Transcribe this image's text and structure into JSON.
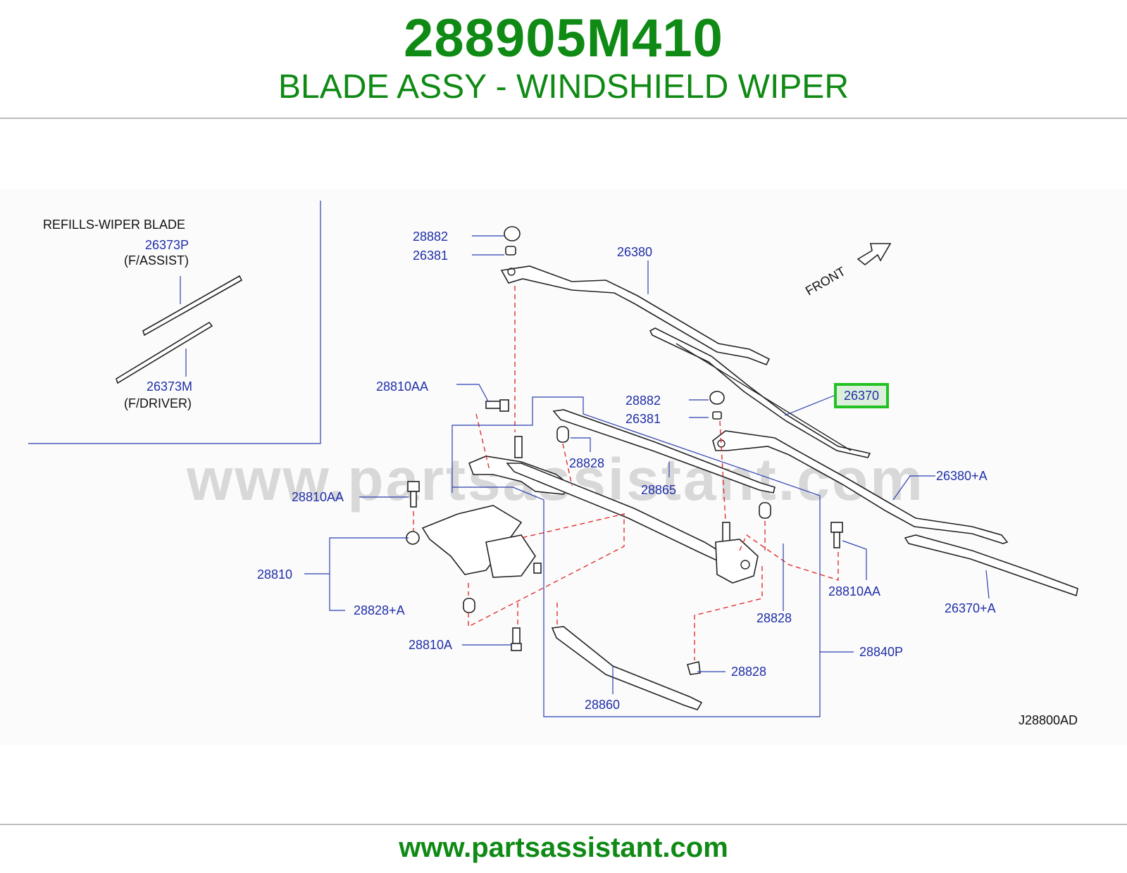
{
  "header": {
    "part_number": "288905M410",
    "description": "BLADE ASSY - WINDSHIELD WIPER"
  },
  "diagram": {
    "inset_title": "REFILLS-WIPER   BLADE",
    "inset_labels": {
      "p26373p": "26373P",
      "f_assist": "(F/ASSIST)",
      "p26373m": "26373M",
      "f_driver": "(F/DRIVER)"
    },
    "front_label": "FRONT",
    "diagram_code": "J28800AD",
    "watermark": "www.partsassistant.com",
    "highlighted_part": "26370",
    "callouts": {
      "c28882_top": "28882",
      "c26381_top": "26381",
      "c26380": "26380",
      "c28810AA_1": "28810AA",
      "c28882_mid": "28882",
      "c26381_mid": "26381",
      "c28828_1": "28828",
      "c28865": "28865",
      "c26380A": "26380+A",
      "c28810AA_2": "28810AA",
      "c28810": "28810",
      "c28828A": "28828+A",
      "c28810A": "28810A",
      "c28810AA_3": "28810AA",
      "c28828_2": "28828",
      "c26370A": "26370+A",
      "c28840P": "28840P",
      "c28828_3": "28828",
      "c28860": "28860"
    },
    "colors": {
      "accent": "#0f8a14",
      "callout_text": "#1f2ea8",
      "highlight_border": "#22c222",
      "dashed_guides": "#e02020"
    }
  },
  "footer": {
    "url": "www.partsassistant.com"
  }
}
